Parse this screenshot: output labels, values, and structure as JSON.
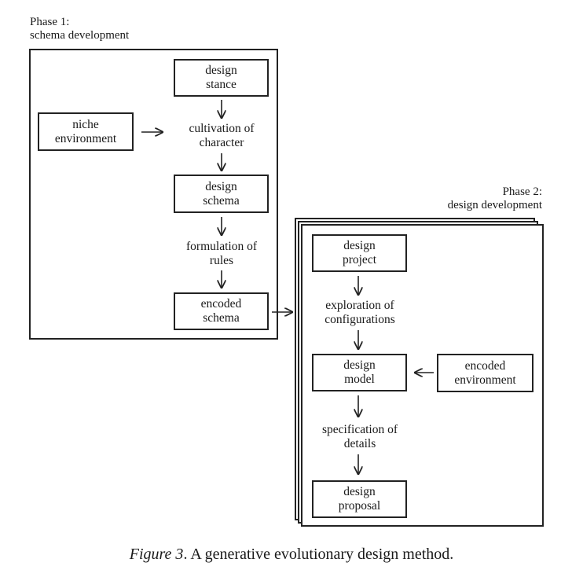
{
  "phase1": {
    "title_line1": "Phase 1:",
    "title_line2": "schema development",
    "boxes": {
      "design_stance": [
        "design",
        "stance"
      ],
      "niche_environment": [
        "niche",
        "environment"
      ],
      "design_schema": [
        "design",
        "schema"
      ],
      "encoded_schema": [
        "encoded",
        "schema"
      ]
    },
    "labels": {
      "cultivation": [
        "cultivation of",
        "character"
      ],
      "formulation": [
        "formulation of",
        "rules"
      ]
    }
  },
  "phase2": {
    "title_line1": "Phase 2:",
    "title_line2": "design development",
    "boxes": {
      "design_project": [
        "design",
        "project"
      ],
      "design_model": [
        "design",
        "model"
      ],
      "encoded_environment": [
        "encoded",
        "environment"
      ],
      "design_proposal": [
        "design",
        "proposal"
      ]
    },
    "labels": {
      "exploration": [
        "exploration of",
        "configurations"
      ],
      "specification": [
        "specification of",
        "details"
      ]
    }
  },
  "caption": {
    "figure": "Figure 3",
    "text": ". A generative evolutionary design method."
  }
}
